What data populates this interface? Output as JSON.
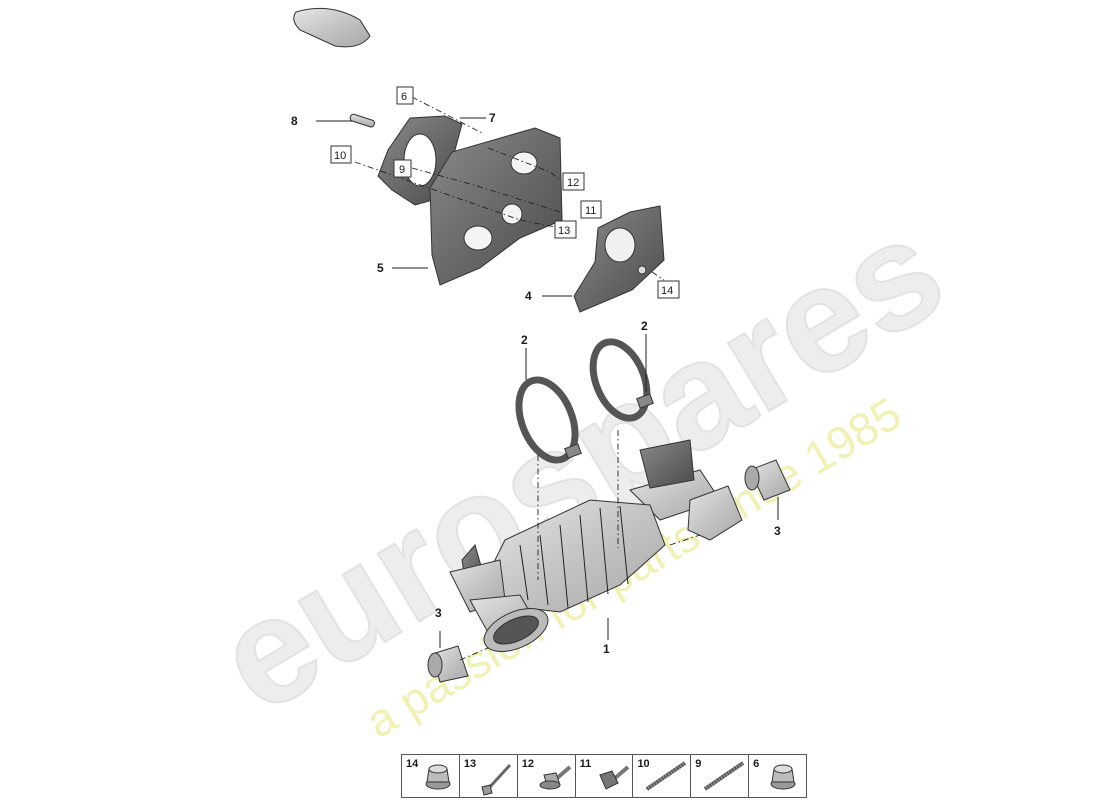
{
  "watermark": {
    "brand": "eurospares",
    "tagline": "a passion for parts since 1985"
  },
  "callouts": {
    "c1": "1",
    "c2a": "2",
    "c2b": "2",
    "c3a": "3",
    "c3b": "3",
    "c4": "4",
    "c5": "5",
    "c7": "7",
    "c8": "8"
  },
  "boxed_refs": {
    "b6": "6",
    "b9": "9",
    "b10": "10",
    "b11": "11",
    "b12": "12",
    "b13": "13",
    "b14": "14"
  },
  "legend": {
    "items": [
      {
        "label": "14",
        "icon": "flange-nut-icon"
      },
      {
        "label": "13",
        "icon": "long-bolt-icon"
      },
      {
        "label": "12",
        "icon": "flange-bolt-icon"
      },
      {
        "label": "11",
        "icon": "hex-bolt-icon"
      },
      {
        "label": "10",
        "icon": "threaded-stud-icon"
      },
      {
        "label": "9",
        "icon": "threaded-stud-icon"
      },
      {
        "label": "6",
        "icon": "flange-nut-icon"
      }
    ]
  },
  "colors": {
    "part_fill": "#cfcfcf",
    "part_dark": "#6a6a6a",
    "line": "#222222",
    "watermark_gray": "#ededed",
    "watermark_yellow": "#f1f1b5"
  }
}
